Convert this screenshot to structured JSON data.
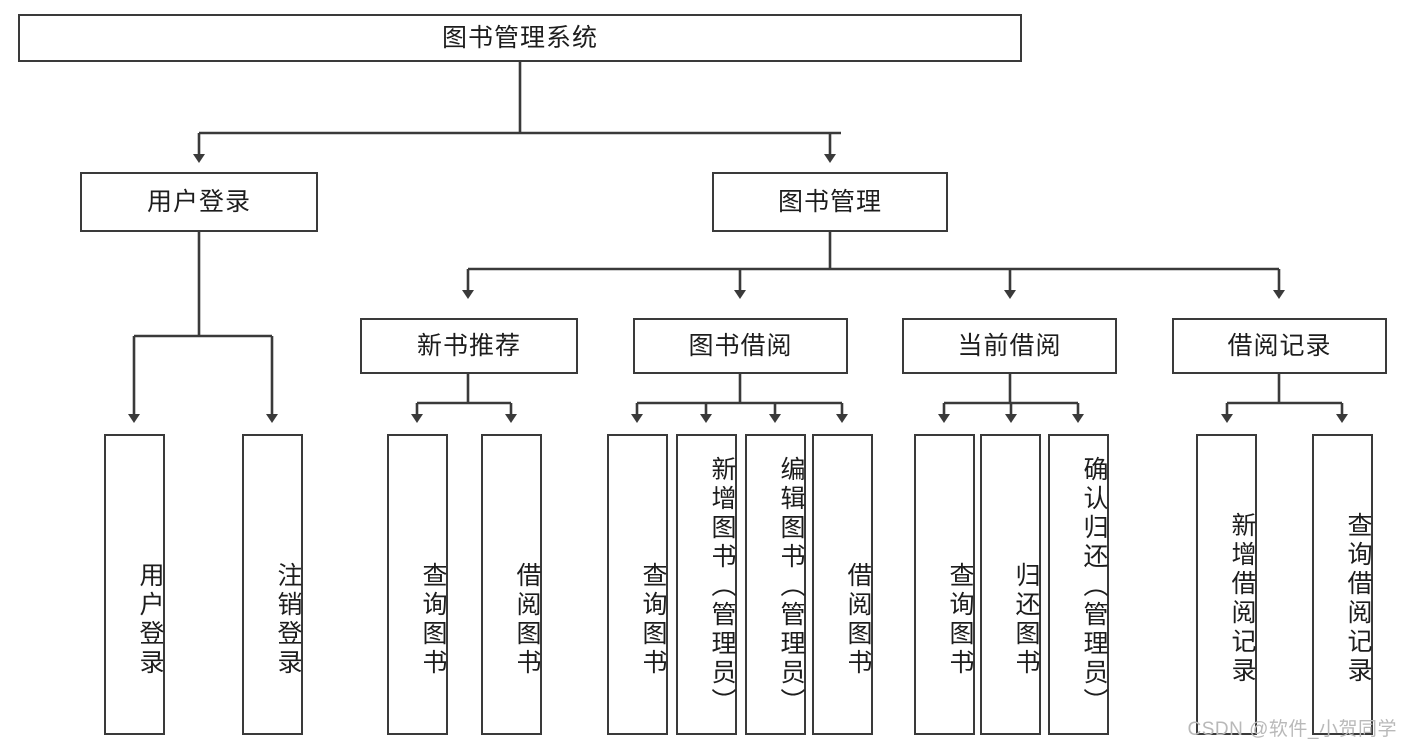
{
  "diagram": {
    "type": "tree",
    "title": "图书管理系统",
    "root": {
      "label": "图书管理系统"
    },
    "level2": [
      {
        "label": "用户登录"
      },
      {
        "label": "图书管理"
      }
    ],
    "level3": [
      {
        "label": "新书推荐"
      },
      {
        "label": "图书借阅"
      },
      {
        "label": "当前借阅"
      },
      {
        "label": "借阅记录"
      }
    ],
    "leaves": {
      "user_login": [
        {
          "label": "用户登录"
        },
        {
          "label": "注销登录"
        }
      ],
      "new_book_recommend": [
        {
          "label": "查询图书"
        },
        {
          "label": "借阅图书"
        }
      ],
      "book_borrow": [
        {
          "label": "查询图书"
        },
        {
          "label": "新增图书（管理员）"
        },
        {
          "label": "编辑图书（管理员）"
        },
        {
          "label": "借阅图书"
        }
      ],
      "current_borrow": [
        {
          "label": "查询图书"
        },
        {
          "label": "归还图书"
        },
        {
          "label": "确认归还（管理员）"
        }
      ],
      "borrow_record": [
        {
          "label": "新增借阅记录"
        },
        {
          "label": "查询借阅记录"
        }
      ]
    }
  },
  "watermark": {
    "text": "CSDN @软件_小贺同学"
  },
  "colors": {
    "box_border": "#3a3a3a",
    "box_fill": "#ffffff",
    "text": "#1d1d1d",
    "connector": "#3a3a3a",
    "watermark": "#b9b9b9"
  }
}
